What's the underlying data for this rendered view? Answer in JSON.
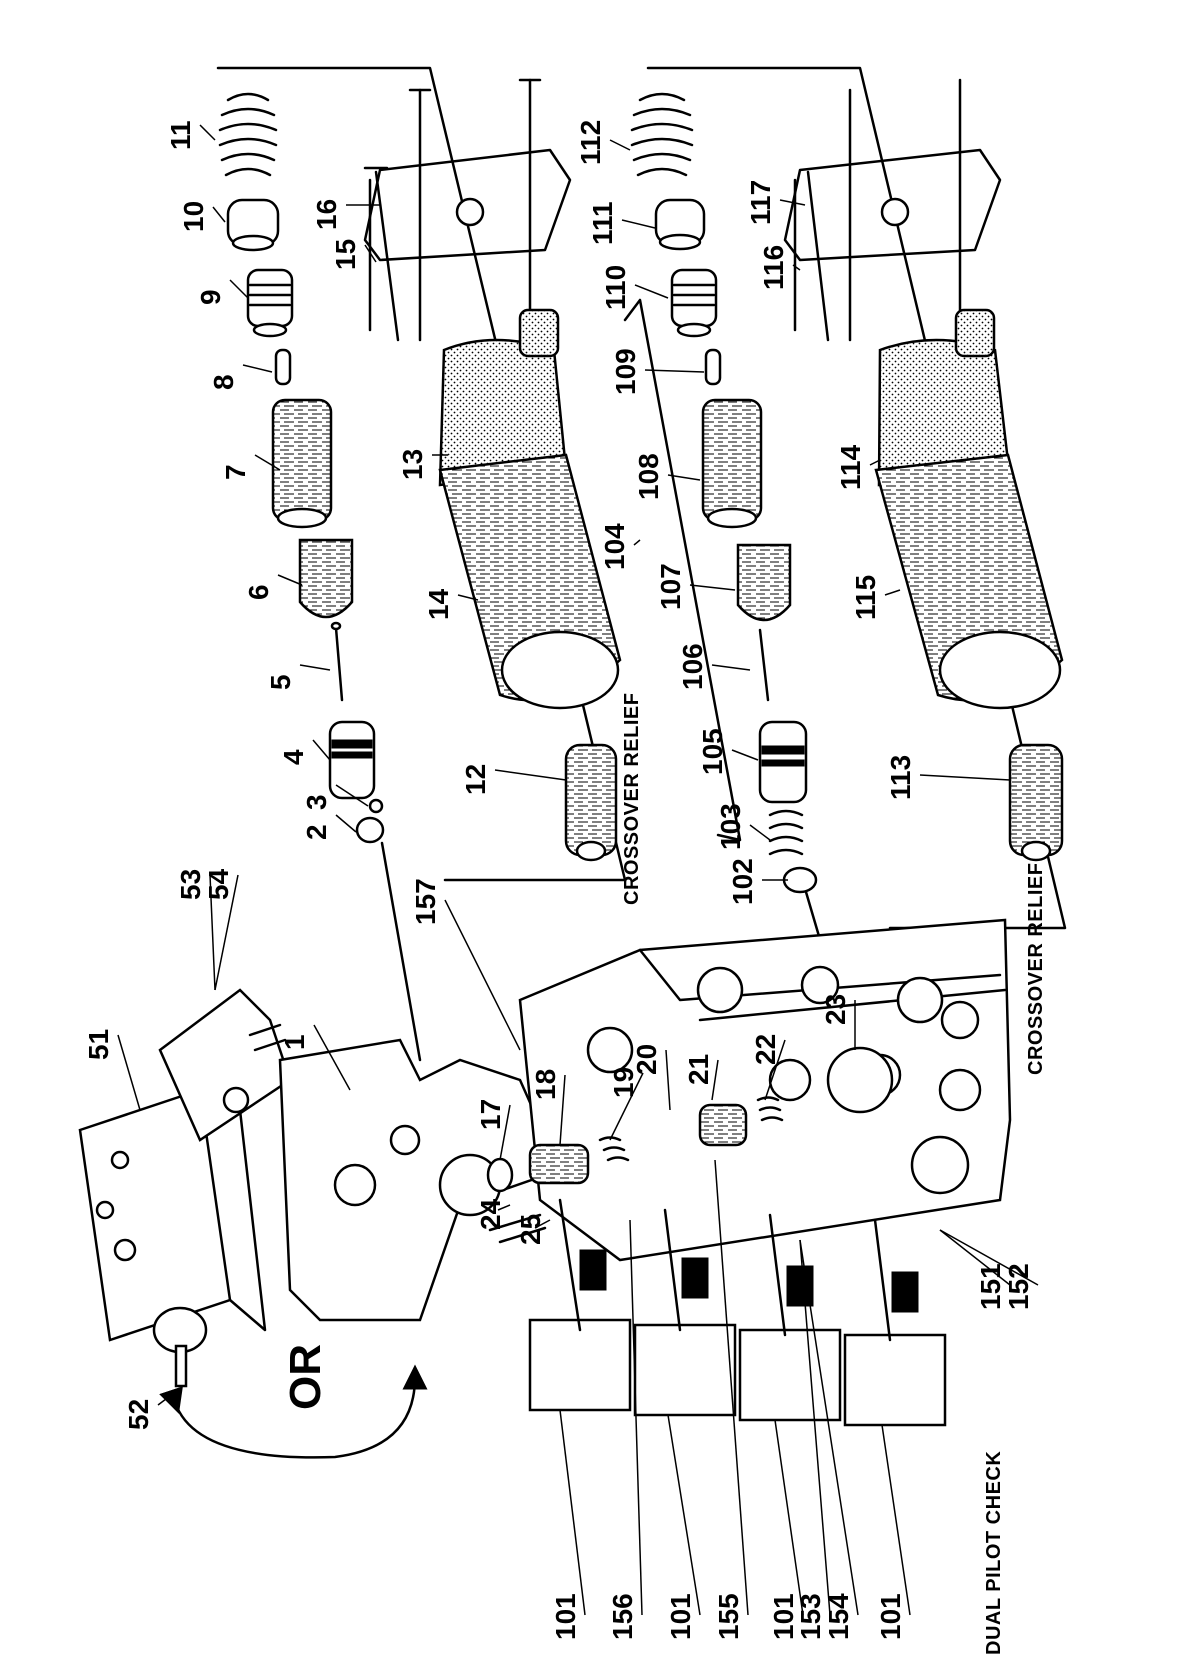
{
  "diagram": {
    "callouts": [
      {
        "key": "c11",
        "text": "11"
      },
      {
        "key": "c10",
        "text": "10"
      },
      {
        "key": "c9",
        "text": "9"
      },
      {
        "key": "c8",
        "text": "8"
      },
      {
        "key": "c7",
        "text": "7"
      },
      {
        "key": "c6",
        "text": "6"
      },
      {
        "key": "c5",
        "text": "5"
      },
      {
        "key": "c4",
        "text": "4"
      },
      {
        "key": "c3",
        "text": "3"
      },
      {
        "key": "c2",
        "text": "2"
      },
      {
        "key": "c16",
        "text": "16"
      },
      {
        "key": "c15",
        "text": "15"
      },
      {
        "key": "c13",
        "text": "13"
      },
      {
        "key": "c14",
        "text": "14"
      },
      {
        "key": "c12",
        "text": "12"
      },
      {
        "key": "c112",
        "text": "112"
      },
      {
        "key": "c111",
        "text": "111"
      },
      {
        "key": "c110",
        "text": "110"
      },
      {
        "key": "c109",
        "text": "109"
      },
      {
        "key": "c108",
        "text": "108"
      },
      {
        "key": "c107",
        "text": "107"
      },
      {
        "key": "c106",
        "text": "106"
      },
      {
        "key": "c105",
        "text": "105"
      },
      {
        "key": "c104",
        "text": "104"
      },
      {
        "key": "c103",
        "text": "103"
      },
      {
        "key": "c102",
        "text": "102"
      },
      {
        "key": "c117",
        "text": "117"
      },
      {
        "key": "c116",
        "text": "116"
      },
      {
        "key": "c114",
        "text": "114"
      },
      {
        "key": "c115",
        "text": "115"
      },
      {
        "key": "c113",
        "text": "113"
      },
      {
        "key": "c51",
        "text": "51"
      },
      {
        "key": "c52",
        "text": "52"
      },
      {
        "key": "c53",
        "text": "53"
      },
      {
        "key": "c54",
        "text": "54"
      },
      {
        "key": "c1",
        "text": "1"
      },
      {
        "key": "c157",
        "text": "157"
      },
      {
        "key": "c17",
        "text": "17"
      },
      {
        "key": "c18",
        "text": "18"
      },
      {
        "key": "c19",
        "text": "19"
      },
      {
        "key": "c20",
        "text": "20"
      },
      {
        "key": "c21",
        "text": "21"
      },
      {
        "key": "c22",
        "text": "22"
      },
      {
        "key": "c23",
        "text": "23"
      },
      {
        "key": "c24",
        "text": "24"
      },
      {
        "key": "c25",
        "text": "25"
      },
      {
        "key": "c151",
        "text": "151"
      },
      {
        "key": "c152",
        "text": "152"
      },
      {
        "key": "c101a",
        "text": "101"
      },
      {
        "key": "c101b",
        "text": "101"
      },
      {
        "key": "c101c",
        "text": "101"
      },
      {
        "key": "c101d",
        "text": "101"
      },
      {
        "key": "c156",
        "text": "156"
      },
      {
        "key": "c155",
        "text": "155"
      },
      {
        "key": "c153",
        "text": "153"
      },
      {
        "key": "c154",
        "text": "154"
      }
    ],
    "notes": {
      "crossover_relief_top": "CROSSOVER RELIEF",
      "crossover_relief_right": "CROSSOVER RELIEF",
      "dual_pilot_check": "DUAL PILOT CHECK",
      "or": "OR"
    }
  }
}
